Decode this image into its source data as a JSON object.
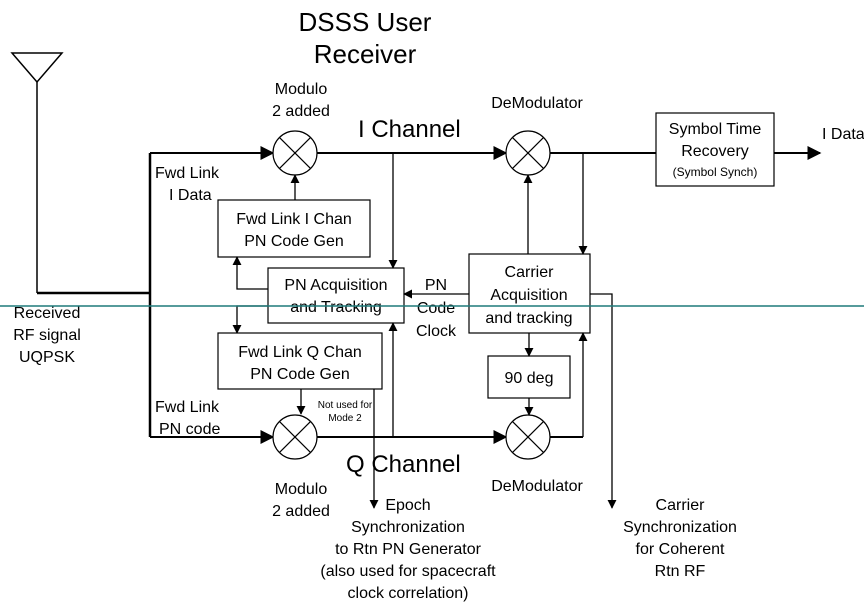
{
  "title": {
    "line1": "DSSS User",
    "line2": "Receiver"
  },
  "antenna_label": {
    "line1": "Received",
    "line2": "RF signal",
    "line3": "UQPSK"
  },
  "channels": {
    "i": "I Channel",
    "q": "Q Channel"
  },
  "mixers": {
    "mod_i": {
      "line1": "Modulo",
      "line2": "2 added"
    },
    "demod_i": "DeModulator",
    "mod_q": {
      "line1": "Modulo",
      "line2": "2 added"
    },
    "demod_q": "DeModulator"
  },
  "blocks": {
    "symbol_time": {
      "line1": "Symbol Time",
      "line2": "Recovery",
      "line3": "(Symbol Synch)"
    },
    "pn_gen_i": {
      "line1": "Fwd Link I Chan",
      "line2": "PN Code Gen"
    },
    "pn_acq": {
      "line1": "PN Acquisition",
      "line2": "and Tracking"
    },
    "carrier_acq": {
      "line1": "Carrier",
      "line2": "Acquisition",
      "line3": "and tracking"
    },
    "pn_gen_q": {
      "line1": "Fwd Link Q Chan",
      "line2": "PN Code Gen"
    },
    "deg90": "90 deg"
  },
  "labels": {
    "fwd_i": {
      "line1": "Fwd Link",
      "line2": "I Data"
    },
    "fwd_pn": {
      "line1": "Fwd Link",
      "line2": "PN code"
    },
    "pn_clock": {
      "line1": "PN",
      "line2": "Code",
      "line3": "Clock"
    },
    "not_used": {
      "line1": "Not used for",
      "line2": "Mode 2"
    },
    "i_data": "I Data"
  },
  "outputs": {
    "epoch": {
      "line1": "Epoch",
      "line2": "Synchronization",
      "line3": "to Rtn PN Generator",
      "line4": "(also used for spacecraft",
      "line5": "clock correlation)"
    },
    "carrier_sync": {
      "line1": "Carrier",
      "line2": "Synchronization",
      "line3": "for Coherent",
      "line4": "Rtn RF"
    }
  },
  "colors": {
    "overlay_line": "#1f7a7a",
    "ink": "#000000"
  }
}
